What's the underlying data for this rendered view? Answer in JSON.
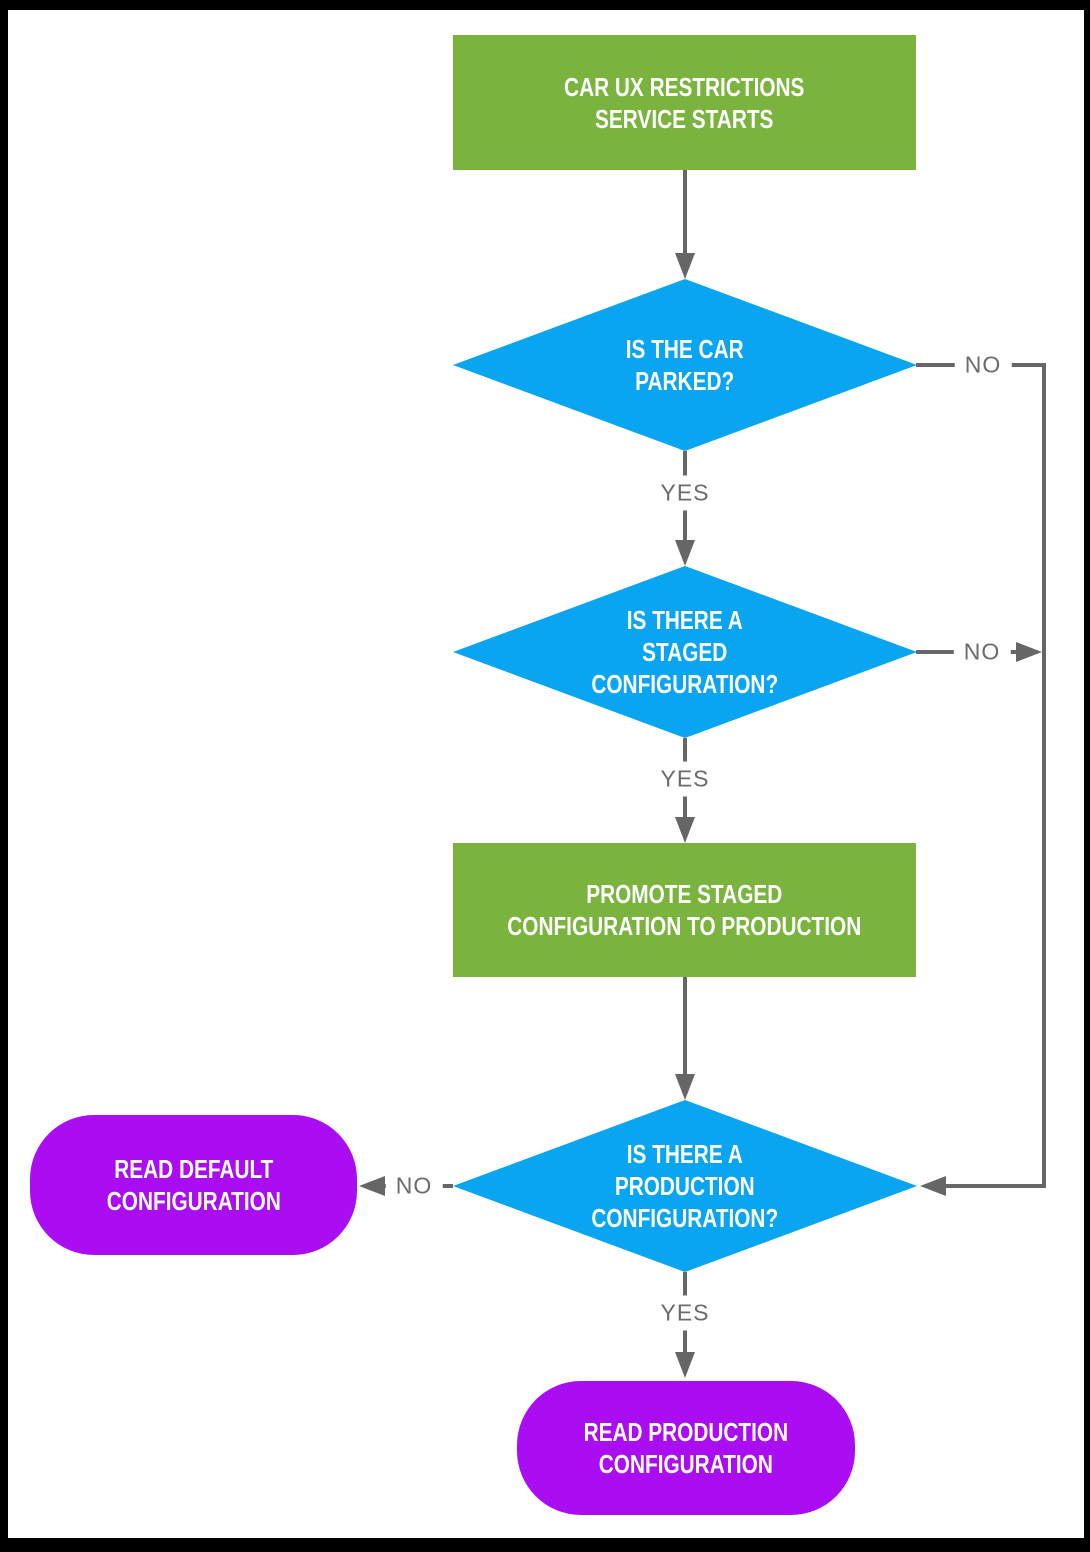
{
  "flowchart": {
    "nodes": {
      "service_start": {
        "type": "process",
        "label": "CAR UX RESTRICTIONS\nSERVICE STARTS"
      },
      "is_car_parked": {
        "type": "decision",
        "label": "IS THE CAR\nPARKED?"
      },
      "is_staged_configuration": {
        "type": "decision",
        "label": "IS THERE A\nSTAGED\nCONFIGURATION?"
      },
      "promote_staged": {
        "type": "process",
        "label": "PROMOTE STAGED\nCONFIGURATION TO PRODUCTION"
      },
      "is_production_configuration": {
        "type": "decision",
        "label": "IS THERE A\nPRODUCTION\nCONFIGURATION?"
      },
      "read_default": {
        "type": "terminal",
        "label": "READ DEFAULT\nCONFIGURATION"
      },
      "read_production": {
        "type": "terminal",
        "label": "READ PRODUCTION\nCONFIGURATION"
      }
    },
    "edges": {
      "parked_no": "NO",
      "parked_yes": "YES",
      "staged_no": "NO",
      "staged_yes": "YES",
      "production_no": "NO",
      "production_yes": "YES"
    },
    "colors": {
      "process": "#7AB33E",
      "decision": "#0AA5F0",
      "terminal": "#AA0DF2",
      "connector": "#666666",
      "edge_label": "#6B6B6B",
      "frame": "#000000",
      "background": "#FFFFFF"
    }
  }
}
